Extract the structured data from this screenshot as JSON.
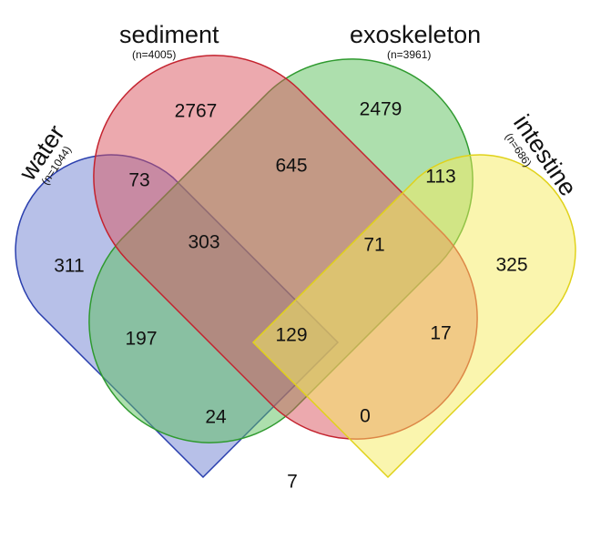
{
  "sets": {
    "water": {
      "label": "water",
      "count": "(n=1044)",
      "fill": "#6f82d2",
      "stroke": "#2a3fae"
    },
    "sediment": {
      "label": "sediment",
      "count": "(n=4005)",
      "fill": "#d9545e",
      "stroke": "#c4232f"
    },
    "exoskeleton": {
      "label": "exoskeleton",
      "count": "(n=3961)",
      "fill": "#5cc05c",
      "stroke": "#2f9a2f"
    },
    "intestine": {
      "label": "intestine",
      "count": "(n=686)",
      "fill": "#f5ec5e",
      "stroke": "#e0d21a"
    }
  },
  "regions": {
    "water_only": "311",
    "sediment_only": "2767",
    "exoskeleton_only": "2479",
    "intestine_only": "325",
    "water_sediment": "73",
    "sediment_exoskeleton": "645",
    "exoskeleton_intestine": "113",
    "water_sediment_exoskeleton": "303",
    "sediment_exoskeleton_intestine": "71",
    "water_exoskeleton": "197",
    "all_four": "129",
    "sediment_intestine": "17",
    "water_exoskeleton_intestine": "24",
    "water_sediment_intestine": "0",
    "water_intestine": "7"
  }
}
